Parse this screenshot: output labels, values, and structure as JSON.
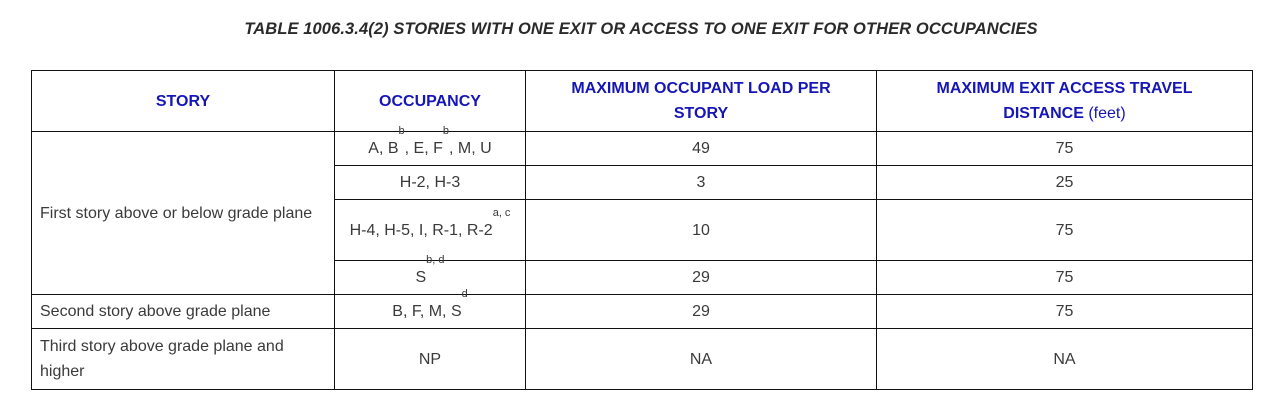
{
  "title": "TABLE 1006.3.4(2) STORIES WITH ONE EXIT OR ACCESS TO ONE EXIT FOR OTHER OCCUPANCIES",
  "colors": {
    "header_text": "#1515b8",
    "body_text": "#3a3a3a",
    "border": "#111111",
    "title_text": "#2a2a2a"
  },
  "table": {
    "headers": [
      "STORY",
      "OCCUPANCY",
      "MAXIMUM OCCUPANT LOAD PER STORY",
      "MAXIMUM EXIT ACCESS TRAVEL DISTANCE (feet)"
    ],
    "header_parts": {
      "col3_line1": "MAXIMUM OCCUPANT LOAD PER",
      "col3_line2": "STORY",
      "col4_line1": "MAXIMUM EXIT ACCESS TRAVEL",
      "col4_line2_bold": "DISTANCE",
      "col4_line2_unit": "(feet)"
    },
    "rows": [
      {
        "story": "First story above or below grade plane",
        "occupancy_parts": [
          {
            "text": "A, B"
          },
          {
            "sup": "b"
          },
          {
            "text": ", E, F"
          },
          {
            "sup": "b"
          },
          {
            "text": ", M, U"
          }
        ],
        "occupancy": "A, B^b, E, F^b, M, U",
        "max_occupant_load": "49",
        "max_travel_distance": "75"
      },
      {
        "story": "First story above or below grade plane",
        "occupancy": "H-2, H-3",
        "max_occupant_load": "3",
        "max_travel_distance": "25"
      },
      {
        "story": "First story above or below grade plane",
        "occupancy": "H-4, H-5, I, R-1, R-2^a, c",
        "occupancy_text": "H-4, H-5, I, R-1, R-2",
        "occupancy_sup": "a, c",
        "max_occupant_load": "10",
        "max_travel_distance": "75"
      },
      {
        "story": "First story above or below grade plane",
        "occupancy": "S^b, d",
        "occupancy_text": "S",
        "occupancy_sup": "b, d",
        "max_occupant_load": "29",
        "max_travel_distance": "75"
      },
      {
        "story": "Second story above grade plane",
        "occupancy": "B, F, M, S^d",
        "occupancy_text": "B, F, M, S",
        "occupancy_sup": "d",
        "max_occupant_load": "29",
        "max_travel_distance": "75"
      },
      {
        "story": "Third story above grade plane and higher",
        "occupancy": "NP",
        "max_occupant_load": "NA",
        "max_travel_distance": "NA"
      }
    ],
    "sup_b": "b"
  }
}
